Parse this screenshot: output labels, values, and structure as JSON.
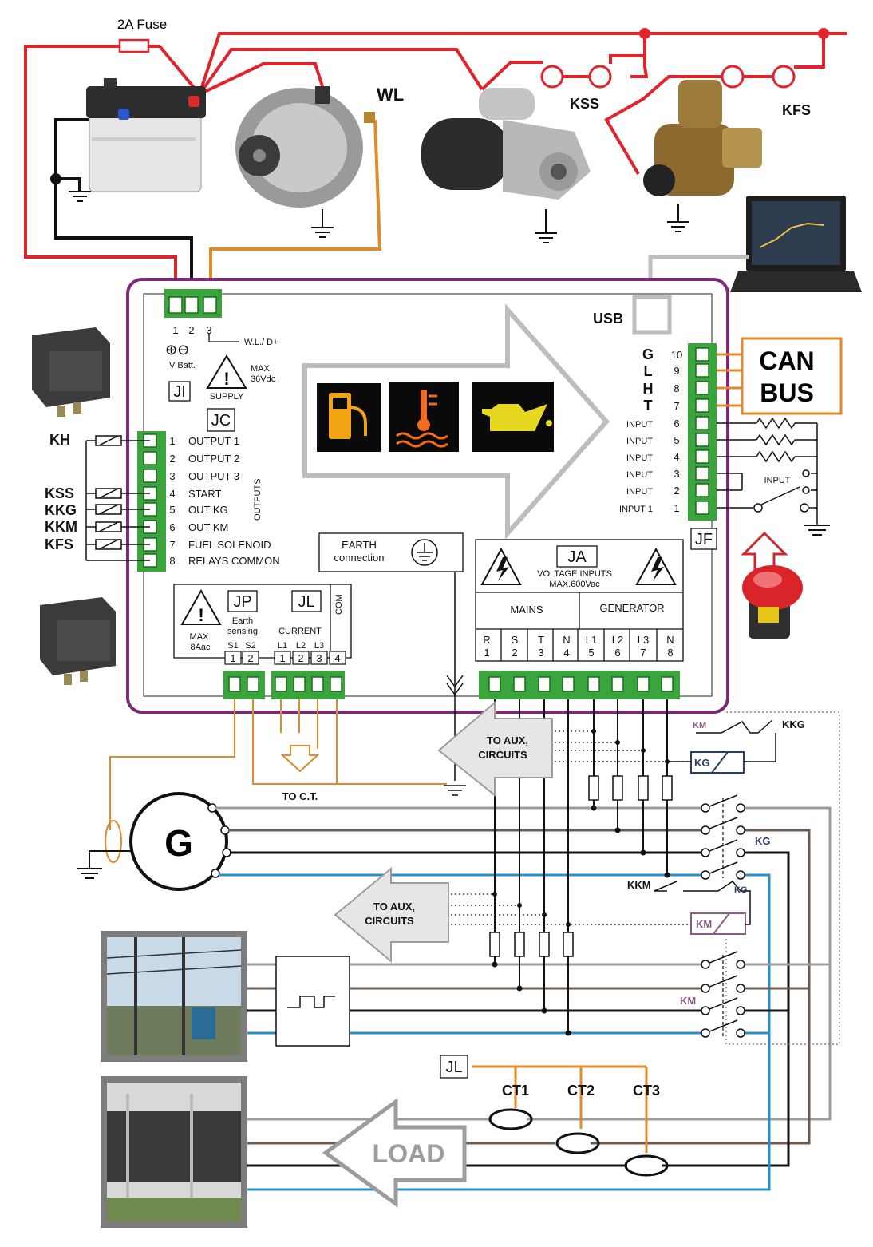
{
  "top": {
    "fuse": "2A Fuse",
    "wl": "WL",
    "kss": "KSS",
    "kfs": "KFS"
  },
  "controller": {
    "supply_pins": [
      "1",
      "2",
      "3"
    ],
    "v_batt": "V Batt.",
    "wl_d": "W.L./ D+",
    "max_36": [
      "MAX.",
      "36Vdc"
    ],
    "supply": "SUPPLY",
    "ji": "JI",
    "jc": "JC",
    "usb": "USB",
    "outputs_title": "OUTPUTS",
    "outputs": [
      {
        "num": "1",
        "label": "OUTPUT 1"
      },
      {
        "num": "2",
        "label": "OUTPUT 2"
      },
      {
        "num": "3",
        "label": "OUTPUT 3"
      },
      {
        "num": "4",
        "label": "START"
      },
      {
        "num": "5",
        "label": "OUT KG"
      },
      {
        "num": "6",
        "label": "OUT KM"
      },
      {
        "num": "7",
        "label": "FUEL SOLENOID"
      },
      {
        "num": "8",
        "label": "RELAYS COMMON"
      }
    ],
    "relay_labels": [
      "KH",
      "KSS",
      "KKG",
      "KKM",
      "KFS"
    ],
    "can_letters": [
      "G",
      "L",
      "H",
      "T"
    ],
    "can_bus": [
      "CAN",
      "BUS"
    ],
    "inputs": [
      {
        "num": "10",
        "label": ""
      },
      {
        "num": "9",
        "label": ""
      },
      {
        "num": "8",
        "label": ""
      },
      {
        "num": "7",
        "label": ""
      },
      {
        "num": "6",
        "label": "INPUT"
      },
      {
        "num": "5",
        "label": "INPUT"
      },
      {
        "num": "4",
        "label": "INPUT"
      },
      {
        "num": "3",
        "label": "INPUT"
      },
      {
        "num": "2",
        "label": "INPUT"
      },
      {
        "num": "1",
        "label": "INPUT 1"
      }
    ],
    "input_switch": "INPUT",
    "jf": "JF",
    "earth": [
      "EARTH",
      "connection"
    ],
    "ja": "JA",
    "voltage_inputs": [
      "VOLTAGE INPUTS",
      "MAX.600Vac"
    ],
    "mains": "MAINS",
    "generator": "GENERATOR",
    "ja_terms": [
      {
        "name": "R",
        "num": "1"
      },
      {
        "name": "S",
        "num": "2"
      },
      {
        "name": "T",
        "num": "3"
      },
      {
        "name": "N",
        "num": "4"
      },
      {
        "name": "L1",
        "num": "5"
      },
      {
        "name": "L2",
        "num": "6"
      },
      {
        "name": "L3",
        "num": "7"
      },
      {
        "name": "N",
        "num": "8"
      }
    ],
    "jp": "JP",
    "jl": "JL",
    "earth_sensing": [
      "Earth",
      "sensing"
    ],
    "max_8": [
      "MAX.",
      "8Aac"
    ],
    "current": "CURRENT",
    "com": "COM",
    "jp_terms": [
      {
        "name": "S1",
        "num": "1"
      },
      {
        "name": "S2",
        "num": "2"
      }
    ],
    "jl_terms": [
      {
        "name": "L1",
        "num": "1"
      },
      {
        "name": "L2",
        "num": "2"
      },
      {
        "name": "L3",
        "num": "3"
      },
      {
        "name": "",
        "num": "4"
      }
    ]
  },
  "bottom": {
    "to_ct": "TO C.T.",
    "to_aux": [
      "TO AUX,",
      "CIRCUITS"
    ],
    "g": "G",
    "km": "KM",
    "kg": "KG",
    "kkg": "KKG",
    "kkm": "KKM",
    "jl": "JL",
    "ct": [
      "CT1",
      "CT2",
      "CT3"
    ],
    "load": "LOAD"
  },
  "colors": {
    "red": "#e3232b",
    "orange": "#e08a2c",
    "purple": "#7b2a76",
    "blue": "#2b8fc7",
    "gray": "#9c9c9c",
    "brown": "#6e5a50",
    "term_green": "#3aa53d"
  }
}
